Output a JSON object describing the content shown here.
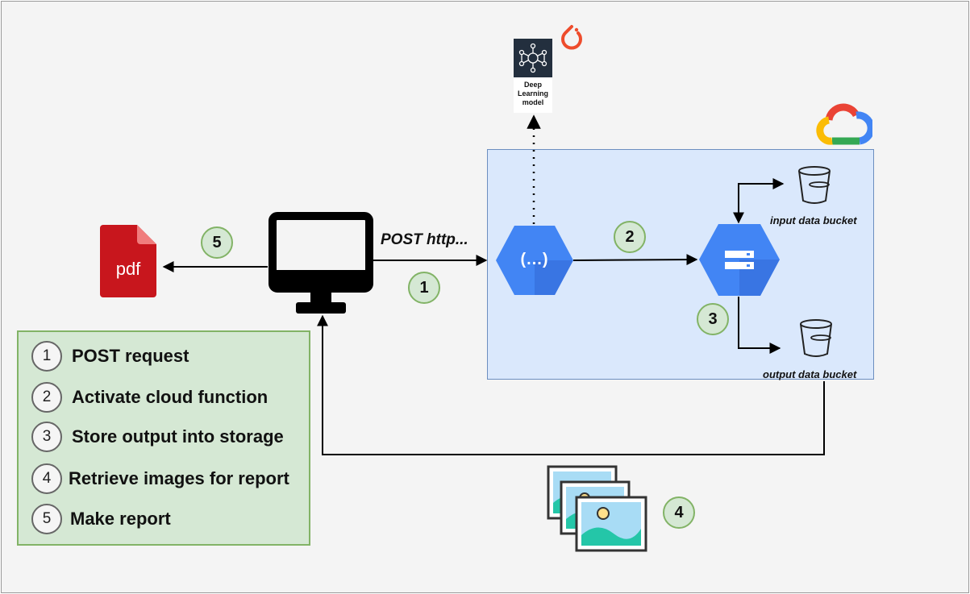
{
  "diagram": {
    "edge_label_post": "POST http...",
    "model_label": "Deep Learning model",
    "input_bucket_label": "input data bucket",
    "output_bucket_label": "output data bucket",
    "pdf_label": "pdf",
    "function_glyph": "(...)",
    "badges": [
      "1",
      "2",
      "3",
      "4",
      "5"
    ]
  },
  "legend": {
    "items": [
      {
        "num": "1",
        "text": "POST request"
      },
      {
        "num": "2",
        "text": "Activate cloud function"
      },
      {
        "num": "3",
        "text": "Store output into storage"
      },
      {
        "num": "4",
        "text": "Retrieve images for report"
      },
      {
        "num": "5",
        "text": "Make report"
      }
    ]
  },
  "colors": {
    "cloud_box_fill": "#dae8fc",
    "cloud_box_border": "#6c8ebf",
    "legend_fill": "#d5e8d4",
    "legend_border": "#82b366",
    "gcp_blue": "#4285f4",
    "pdf_red": "#d0021b",
    "pytorch_orange": "#ee4c2c",
    "image_teal": "#24c6a8"
  },
  "icons": [
    "pdf-file-icon",
    "monitor-icon",
    "cloud-functions-icon",
    "cloud-storage-icon",
    "bucket-icon",
    "deep-learning-model-icon",
    "pytorch-icon",
    "google-cloud-icon",
    "image-stack-icon"
  ]
}
